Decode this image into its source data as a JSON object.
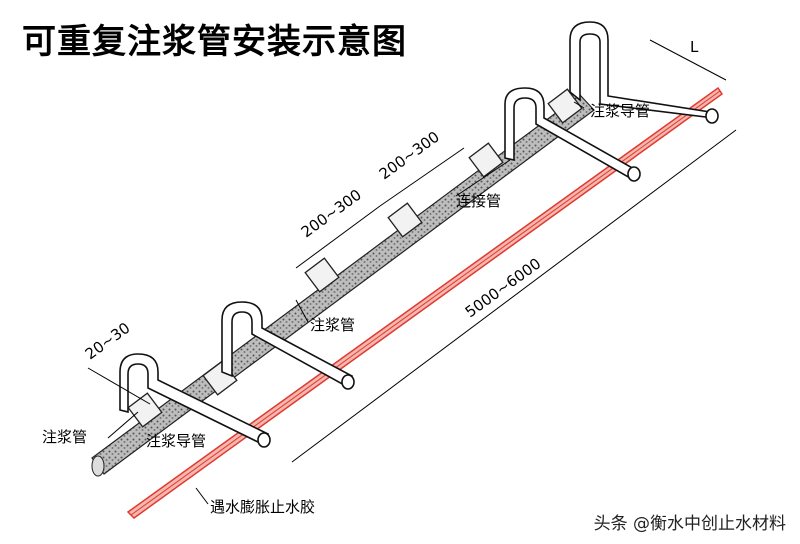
{
  "title": "可重复注浆管安装示意图",
  "watermark": "头条 @衡水中创止水材料",
  "labels": {
    "grout_pipe_mid": "注浆管",
    "grout_pipe_left": "注浆管",
    "guide_pipe_top": "注浆导管",
    "guide_pipe_bottom": "注浆导管",
    "connector": "连接管",
    "swell_strip": "遇水膨胀止水胶"
  },
  "dimensions": {
    "spacing_a": "200~300",
    "spacing_b": "200~300",
    "edge": "20~30",
    "length": "5000~6000",
    "l": "L"
  },
  "colors": {
    "swell_strip": "#e03a2f",
    "outline": "#000000"
  }
}
